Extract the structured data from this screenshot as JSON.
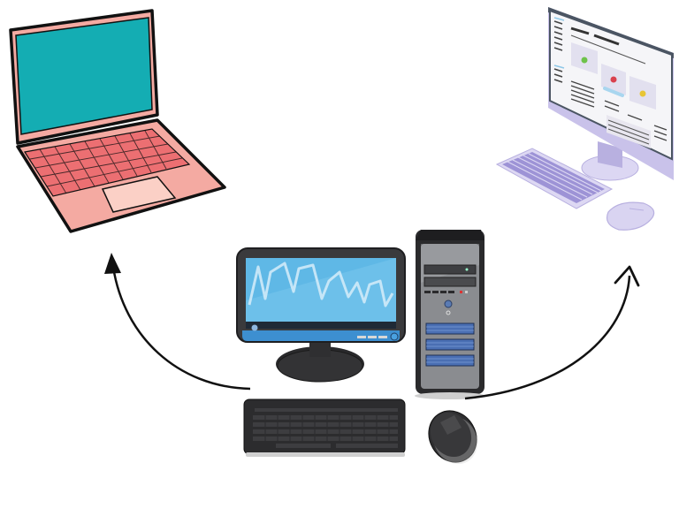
{
  "diagram": {
    "type": "device-transfer-illustration",
    "nodes": [
      {
        "id": "desktop-pc",
        "label": "Desktop PC (tower, monitor, keyboard, mouse)",
        "position": "bottom-center"
      },
      {
        "id": "laptop",
        "label": "Laptop",
        "position": "top-left"
      },
      {
        "id": "modern-desktop",
        "label": "Modern desktop monitor with keyboard and mouse",
        "position": "top-right"
      }
    ],
    "edges": [
      {
        "from": "desktop-pc",
        "to": "laptop",
        "style": "curved-arrow"
      },
      {
        "from": "desktop-pc",
        "to": "modern-desktop",
        "style": "curved-arrow"
      }
    ]
  },
  "colors": {
    "laptop_body": "#f4aaa2",
    "laptop_screen": "#14adb3",
    "laptop_keys": "#ec6f72",
    "laptop_outline": "#111111",
    "pc_dark": "#3a3a3c",
    "pc_screen": "#5fb8e6",
    "pc_screen_dark": "#3d90d2",
    "tower_panel": "#8a8c90",
    "tower_vents": "#4a6fb3",
    "purple_monitor": "#c9c2ea",
    "purple_keys": "#9d93d6",
    "arrow": "#111111"
  }
}
